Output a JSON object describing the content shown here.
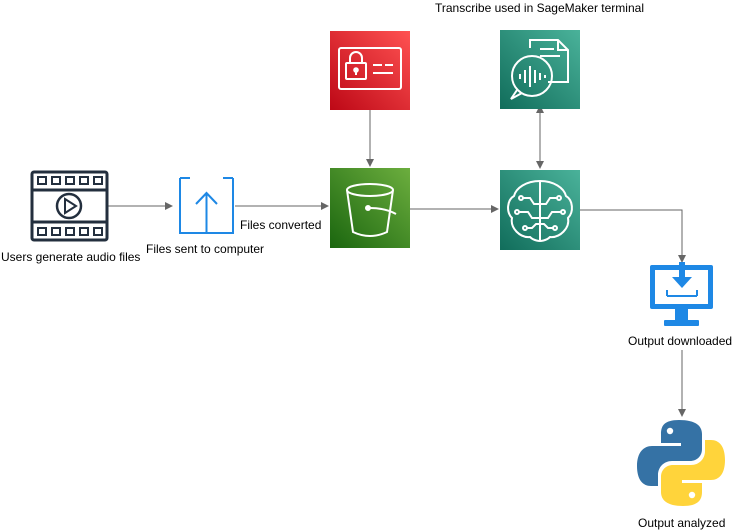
{
  "diagram": {
    "nodes": [
      {
        "id": "video",
        "icon": "video-file-icon",
        "label": "Users generate audio files"
      },
      {
        "id": "upload",
        "icon": "upload-icon",
        "label": "Files sent to computer"
      },
      {
        "id": "iam",
        "icon": "identity-card-lock-icon",
        "label": ""
      },
      {
        "id": "s3",
        "icon": "bucket-icon",
        "label": ""
      },
      {
        "id": "transcribe",
        "icon": "speech-transcribe-icon",
        "label": "Transcribe used in SageMaker terminal"
      },
      {
        "id": "sagemaker",
        "icon": "brain-circuit-icon",
        "label": ""
      },
      {
        "id": "download",
        "icon": "download-monitor-icon",
        "label": "Output downloaded"
      },
      {
        "id": "python",
        "icon": "python-logo-icon",
        "label": "Output analyzed"
      }
    ],
    "edges": [
      {
        "from": "video",
        "to": "upload",
        "label": ""
      },
      {
        "from": "upload",
        "to": "s3",
        "label": "Files converted"
      },
      {
        "from": "iam",
        "to": "s3",
        "label": ""
      },
      {
        "from": "s3",
        "to": "sagemaker",
        "label": ""
      },
      {
        "from": "sagemaker",
        "to": "transcribe",
        "label": "",
        "bidirectional": true
      },
      {
        "from": "sagemaker",
        "to": "download",
        "label": ""
      },
      {
        "from": "download",
        "to": "python",
        "label": ""
      }
    ],
    "colors": {
      "security_red": "#dd344c",
      "storage_green": "#3f8624",
      "ml_teal": "#1b8a6b",
      "upload_blue": "#1e88e5",
      "monitor_blue": "#1e88e5",
      "python_blue": "#3572a5",
      "python_yellow": "#ffd43b",
      "edge_gray": "#666666"
    }
  }
}
